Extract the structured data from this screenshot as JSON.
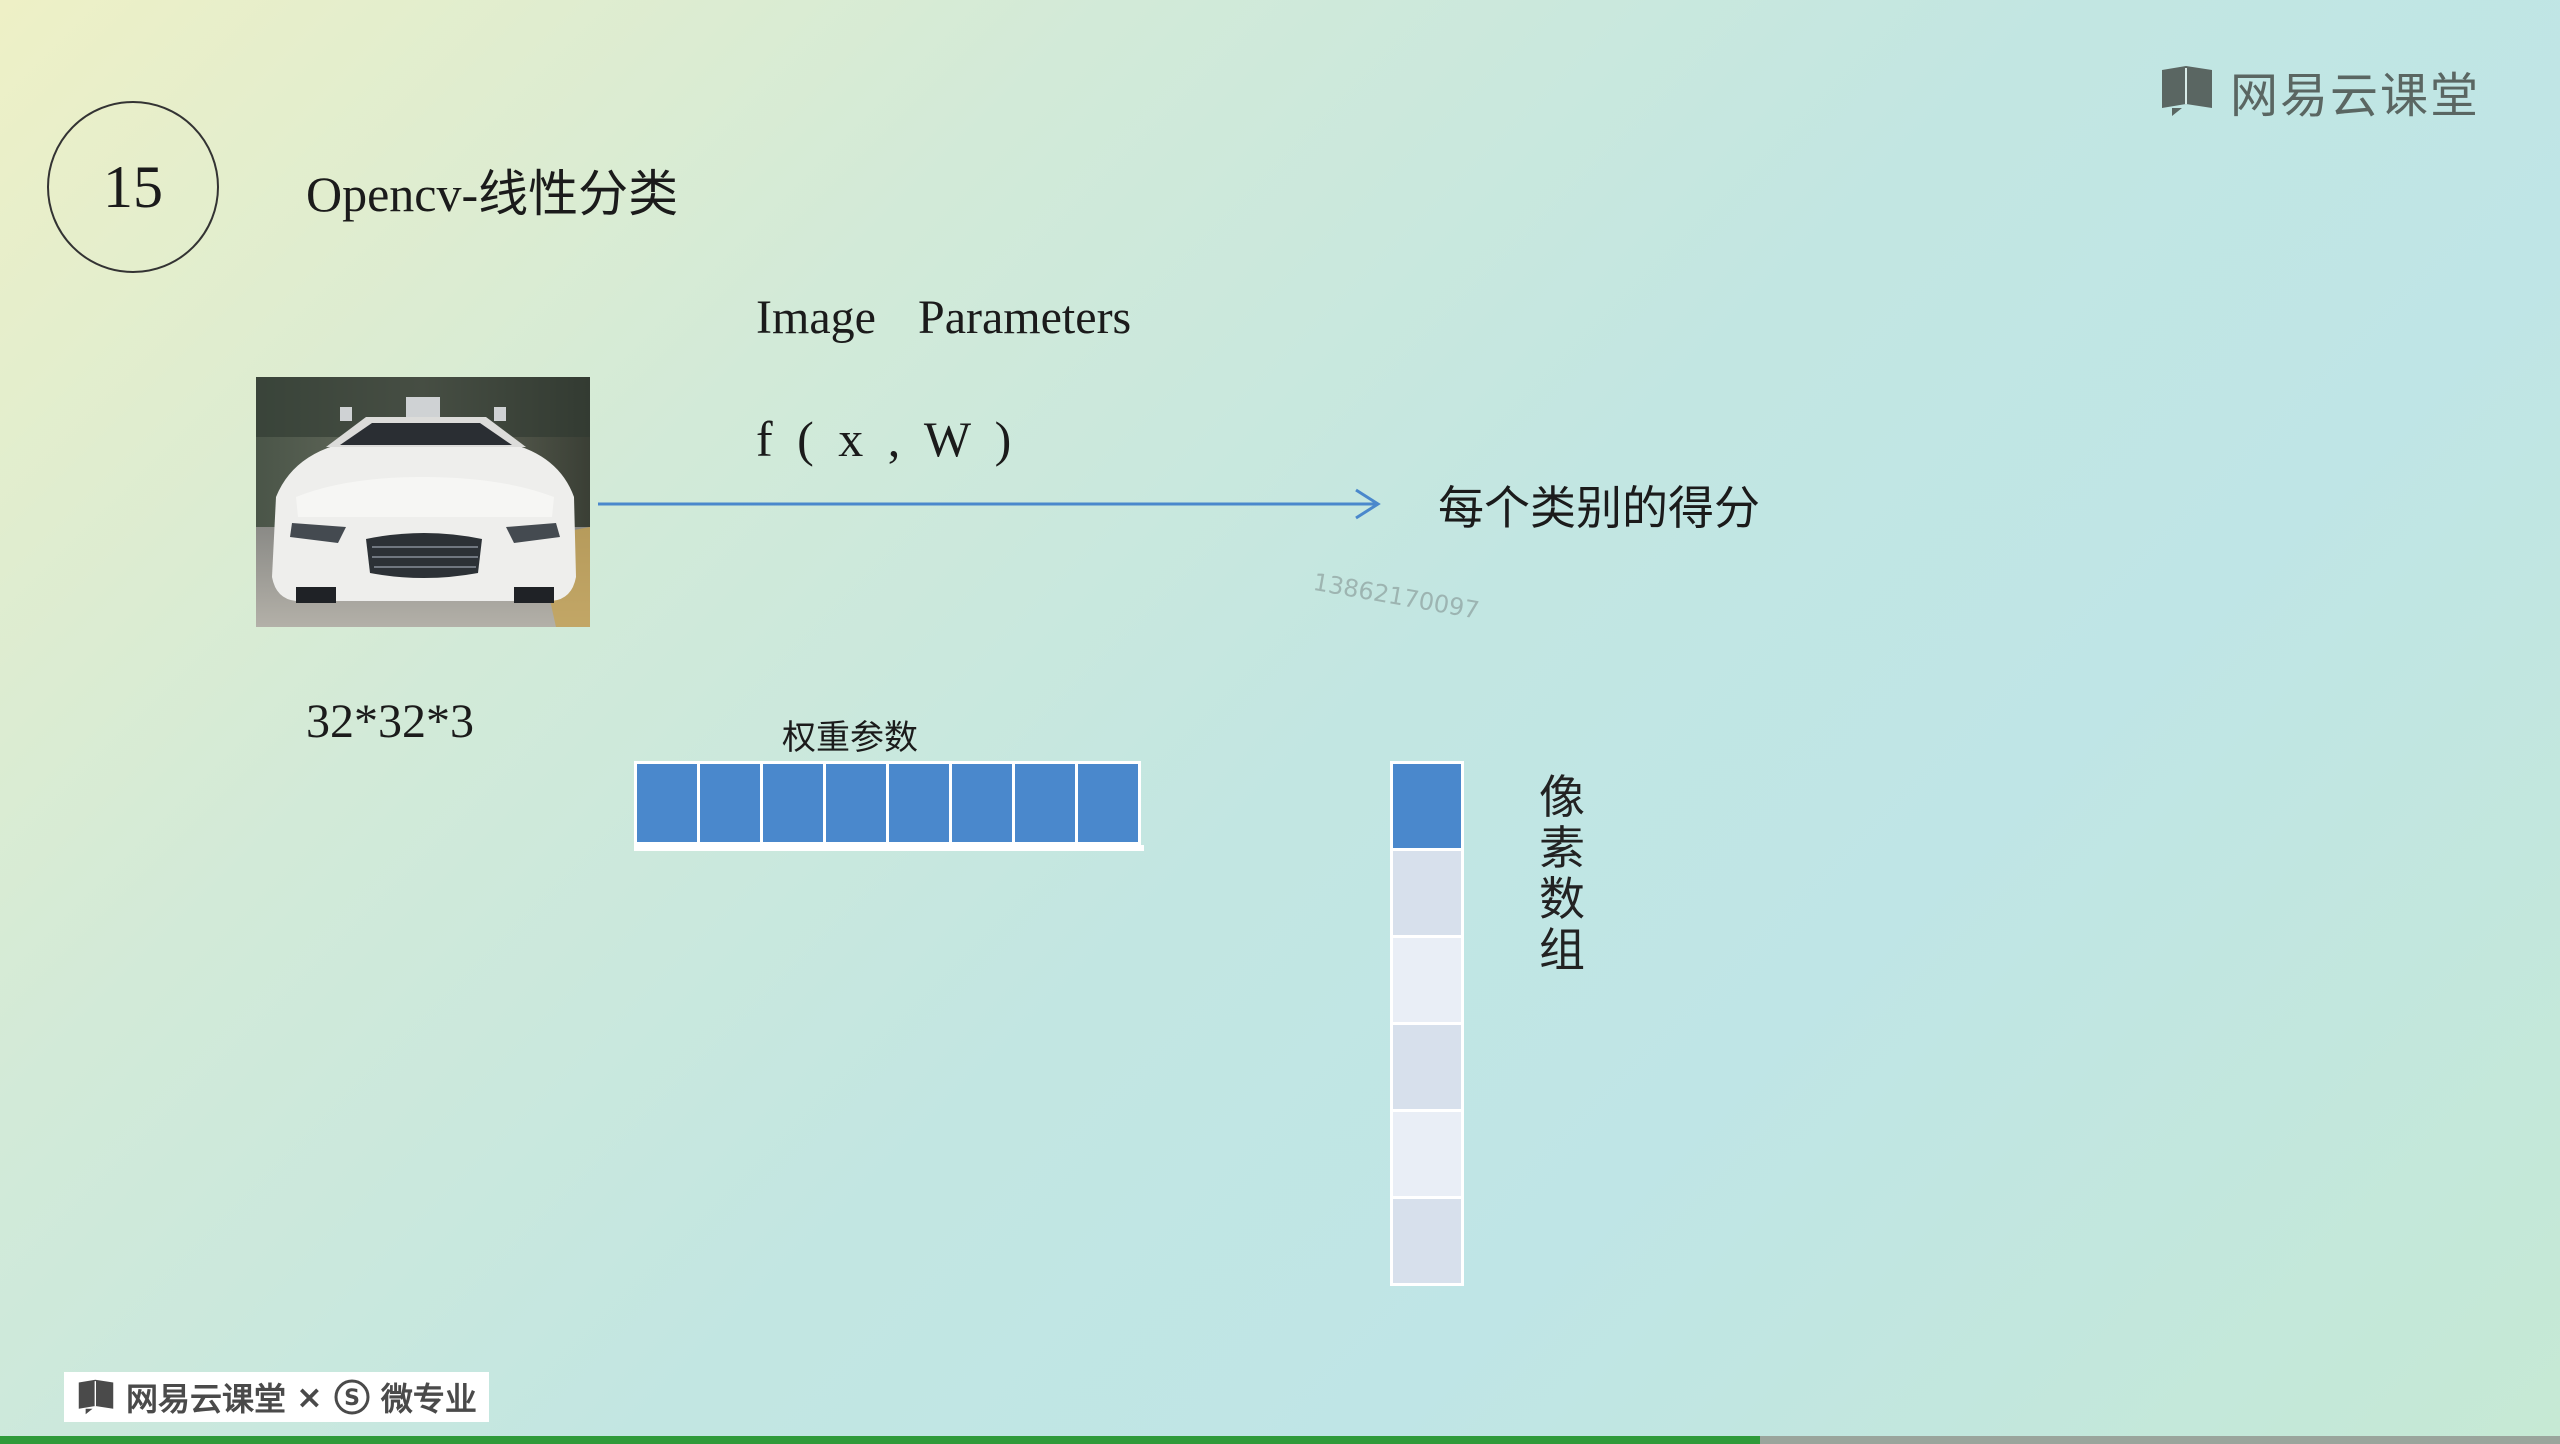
{
  "header": {
    "slide_number": "15",
    "title": "Opencv-线性分类",
    "brand": "网易云课堂"
  },
  "diagram": {
    "image_label": "Image",
    "parameters_label": "Parameters",
    "formula": "f ( x  , W )",
    "score_label": "每个类别的得分",
    "dims_label": "32*32*3",
    "weights_label": "权重参数",
    "weight_cells": 8,
    "pixel_label": "像素数组",
    "pixel_cell_colors": [
      "#4a88cc",
      "#d7e0ec",
      "#e9eef6",
      "#d7e0ec",
      "#e9eef6",
      "#d7e0ec"
    ],
    "arrow_color": "#4a88cc",
    "watermark": "13862170097"
  },
  "footer": {
    "brand": "网易云课堂",
    "separator": "×",
    "partner": "微专业"
  }
}
